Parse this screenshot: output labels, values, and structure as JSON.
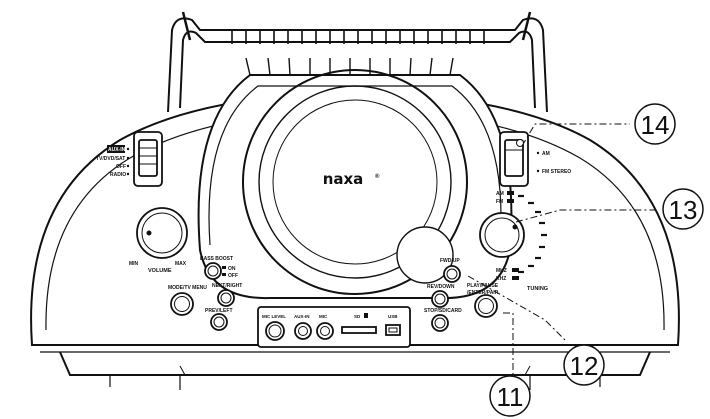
{
  "brand": "naxa",
  "brand_mark": "®",
  "function_switch": {
    "options": [
      "AUX-IN",
      "TV/DVD/SAT",
      "OFF",
      "RADIO"
    ],
    "selected": "AUX-IN"
  },
  "band_switch": {
    "options": [
      "AM",
      "FM STEREO"
    ]
  },
  "volume": {
    "label": "VOLUME",
    "min": "MIN",
    "max": "MAX"
  },
  "tuning": {
    "label": "TUNING",
    "band_am": "AM",
    "band_fm": "FM",
    "unit_mhz": "MHZ",
    "unit_khz": "KHZ"
  },
  "buttons": {
    "bass_boost": "BASS BOOST",
    "bass_on": "ON",
    "bass_off": "OFF",
    "mode_menu": "MODE/TV MENU",
    "next_right": "NEXT/RIGHT",
    "prev_left": "PREV/LEFT",
    "fwd_up": "FWD/UP",
    "rev_down": "REV/DOWN",
    "play_pause": "PLAY/PAUSE",
    "enter_pair": "/ENTER/PAIR",
    "stop_sd_card": "STOP/SD/CARD"
  },
  "ports": {
    "mic_level": "MIC LEVEL",
    "aux_in": "AUX-IN",
    "mic": "MIC",
    "sd": "SD",
    "usb": "USB"
  },
  "callouts": [
    "14",
    "13",
    "12",
    "11"
  ]
}
